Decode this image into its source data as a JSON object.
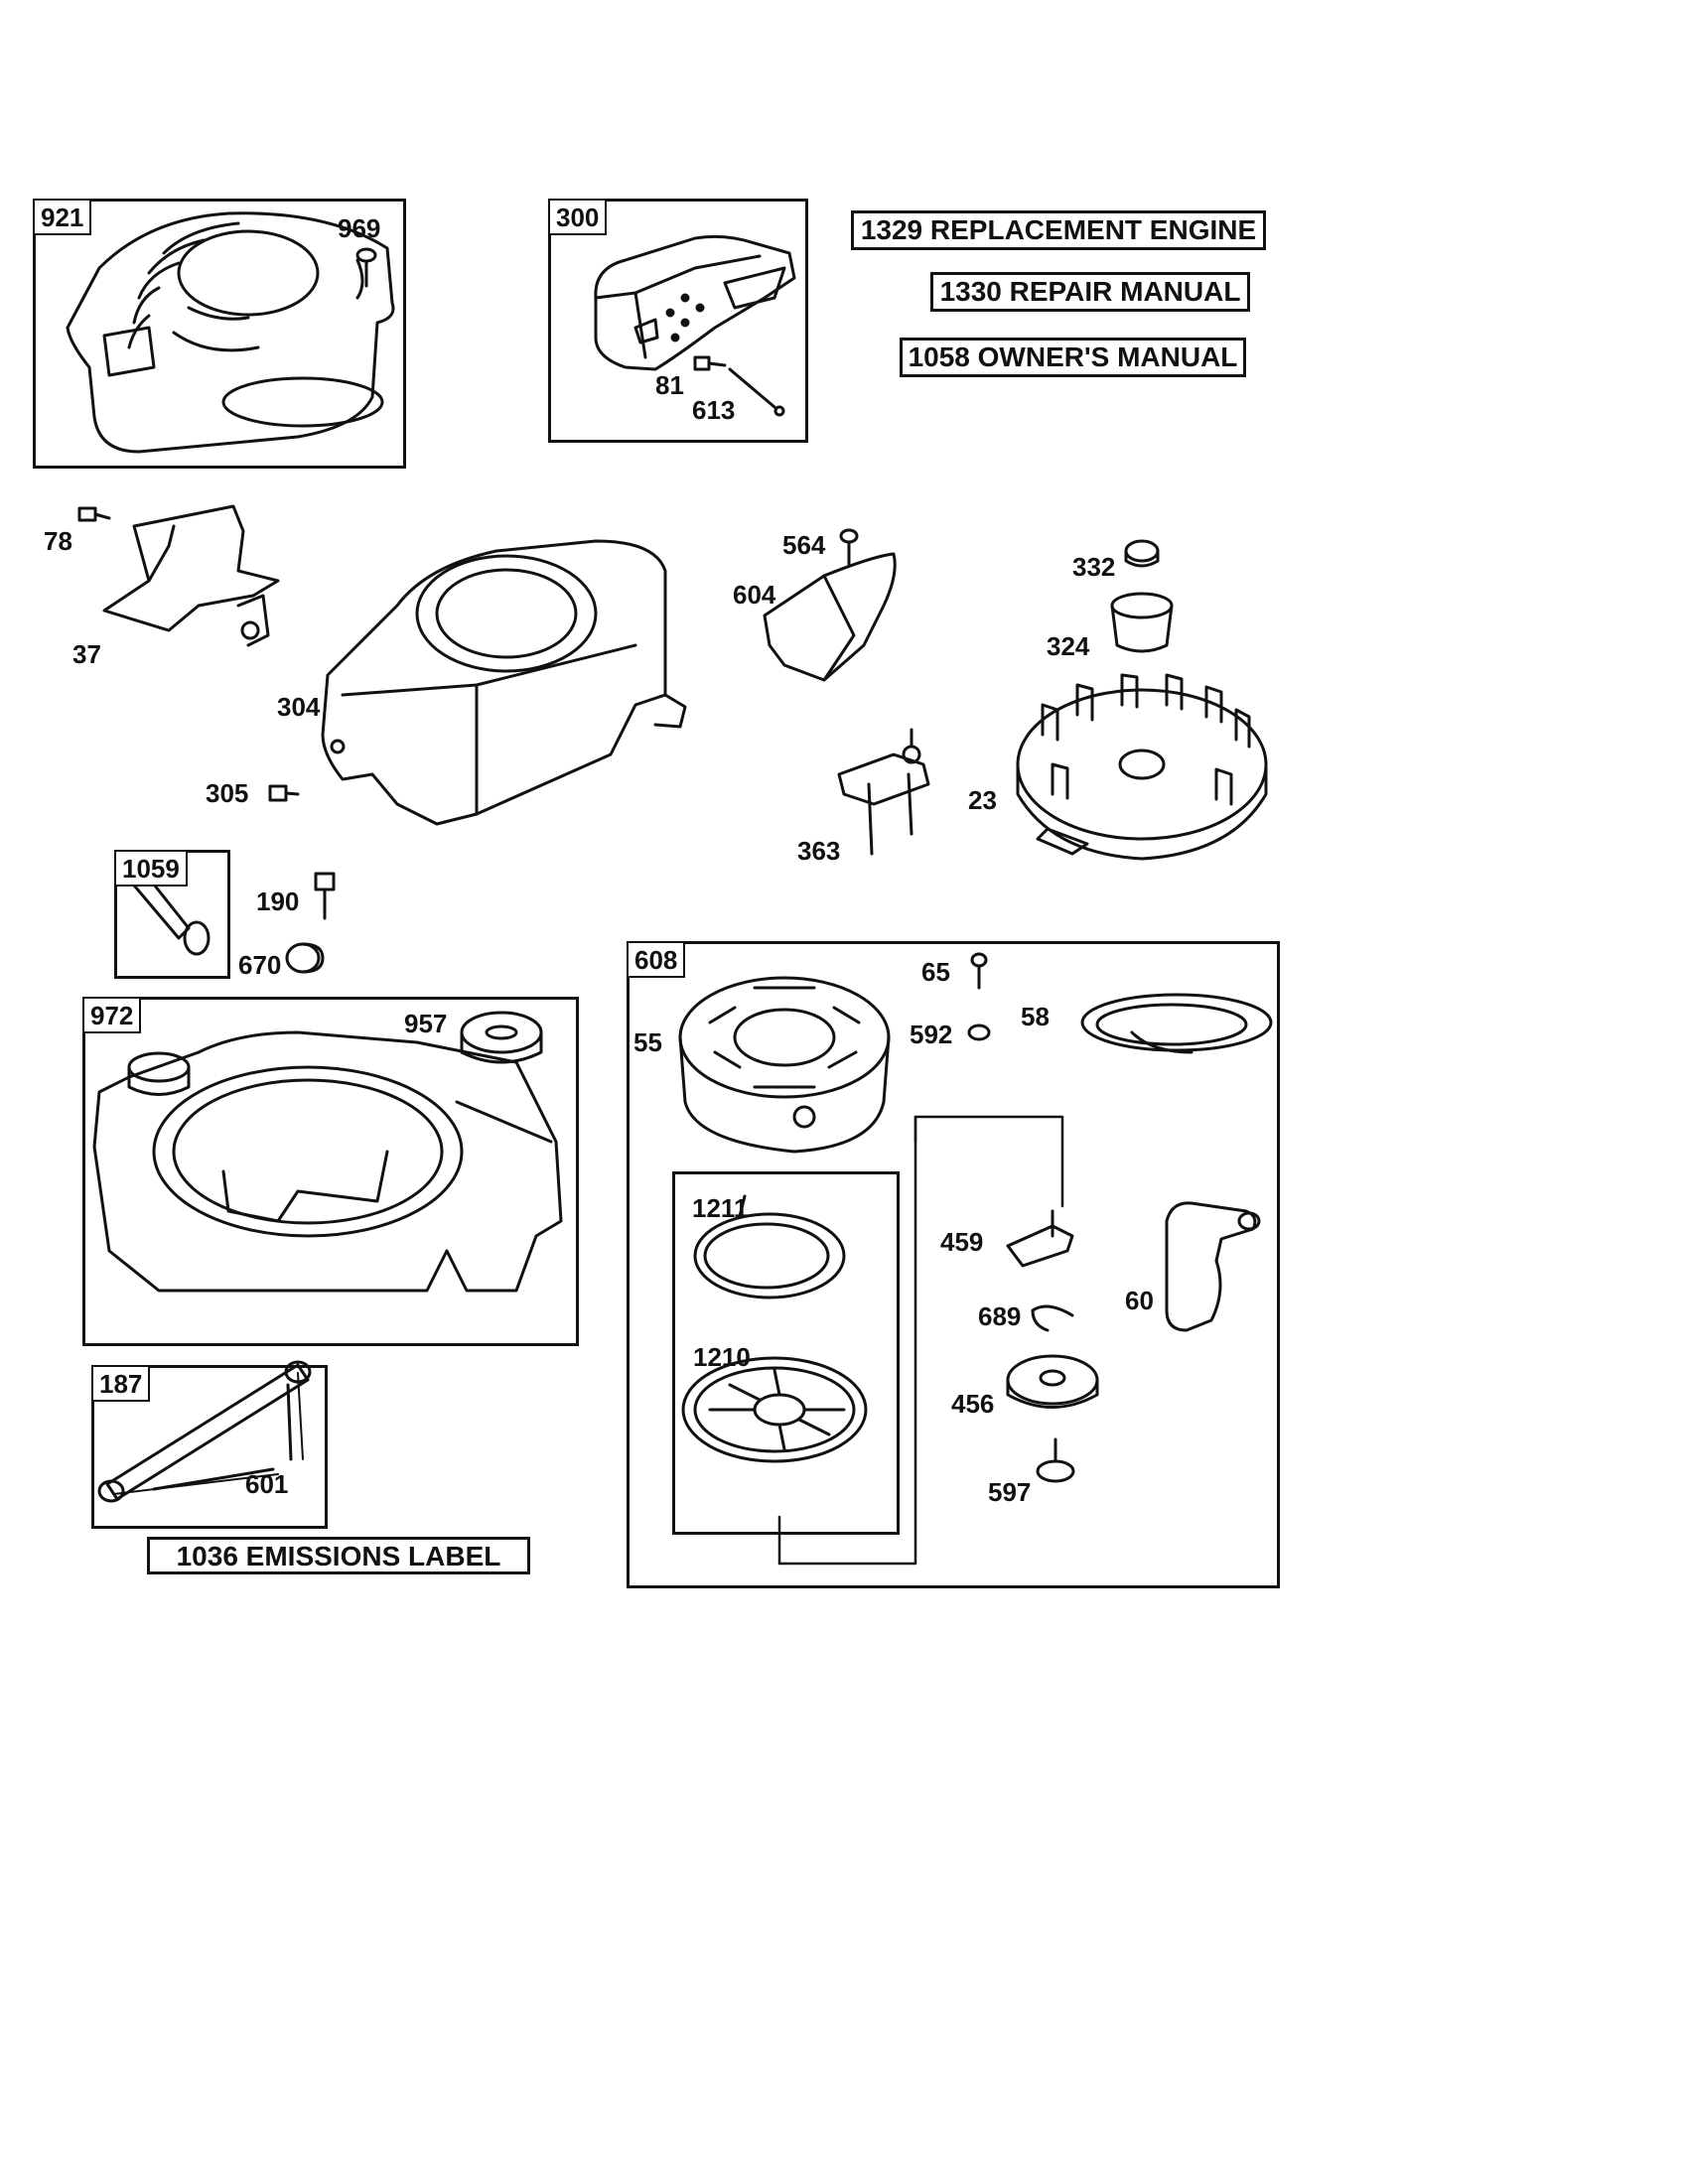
{
  "banners": {
    "replacement_engine": "1329 REPLACEMENT ENGINE",
    "repair_manual": "1330 REPAIR MANUAL",
    "owners_manual": "1058 OWNER'S MANUAL",
    "emissions_label": "1036 EMISSIONS LABEL"
  },
  "box_tags": {
    "b921": "921",
    "b300": "300",
    "b1059": "1059",
    "b972": "972",
    "b187": "187",
    "b608": "608"
  },
  "parts": {
    "p969": "969",
    "p81": "81",
    "p613": "613",
    "p78": "78",
    "p37": "37",
    "p304": "304",
    "p305": "305",
    "p564": "564",
    "p604": "604",
    "p332": "332",
    "p324": "324",
    "p23": "23",
    "p363": "363",
    "p190": "190",
    "p670": "670",
    "p957": "957",
    "p601": "601",
    "p65": "65",
    "p592": "592",
    "p58": "58",
    "p55": "55",
    "p1211": "1211",
    "p1210": "1210",
    "p459": "459",
    "p689": "689",
    "p456": "456",
    "p597": "597",
    "p60": "60"
  }
}
